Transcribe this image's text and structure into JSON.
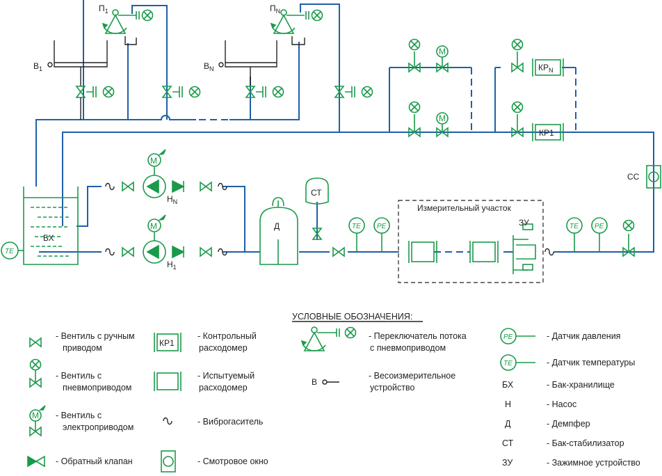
{
  "diagram": {
    "labels": {
      "p1": "П",
      "p1_sub": "1",
      "pn": "П",
      "pn_sub": "N",
      "b1": "В",
      "b1_sub": "1",
      "bn": "В",
      "bn_sub": "N",
      "hn": "Н",
      "hn_sub": "N",
      "h1": "Н",
      "h1_sub": "1",
      "bx": "БХ",
      "te": "TE",
      "pe": "PE",
      "m": "М",
      "d": "Д",
      "ct": "СТ",
      "zu": "ЗУ",
      "cc": "СС",
      "kpn": "КР",
      "kpn_sub": "N",
      "kp1": "КР1",
      "section_title": "Измерительный участок"
    }
  },
  "legend": {
    "title": "УСЛОВНЫЕ  ОБОЗНАЧЕНИЯ:",
    "col1": [
      {
        "line1": "- Вентиль с ручным",
        "line2": "приводом"
      },
      {
        "line1": "- Вентиль с",
        "line2": "пневмоприводом"
      },
      {
        "line1": "- Вентиль с",
        "line2": "электроприводом"
      },
      {
        "line1": "- Обратный клапан",
        "line2": ""
      }
    ],
    "col2": [
      {
        "line1": "- Контрольный",
        "line2": "расходомер",
        "symbol": "КР1"
      },
      {
        "line1": "- Испытуемый",
        "line2": "расходомер"
      },
      {
        "line1": "- Виброгаситель",
        "line2": ""
      },
      {
        "line1": "- Смотровое окно",
        "line2": ""
      }
    ],
    "col3": [
      {
        "line1": "- Переключатель потока",
        "line2": "с пневмоприводом"
      },
      {
        "line1": "- Весоизмерительное",
        "line2": "устройство",
        "symbol": "В"
      }
    ],
    "col4": [
      {
        "sym": "PE",
        "text": "- Датчик давления"
      },
      {
        "sym": "TE",
        "text": "- Датчик температуры"
      },
      {
        "sym": "БХ",
        "text": "- Бак-хранилище"
      },
      {
        "sym": "Н",
        "text": "- Насос"
      },
      {
        "sym": "Д",
        "text": "- Демпфер"
      },
      {
        "sym": "СТ",
        "text": "- Бак-стабилизатор"
      },
      {
        "sym": "ЗУ",
        "text": "- Зажимное устройство"
      }
    ]
  }
}
